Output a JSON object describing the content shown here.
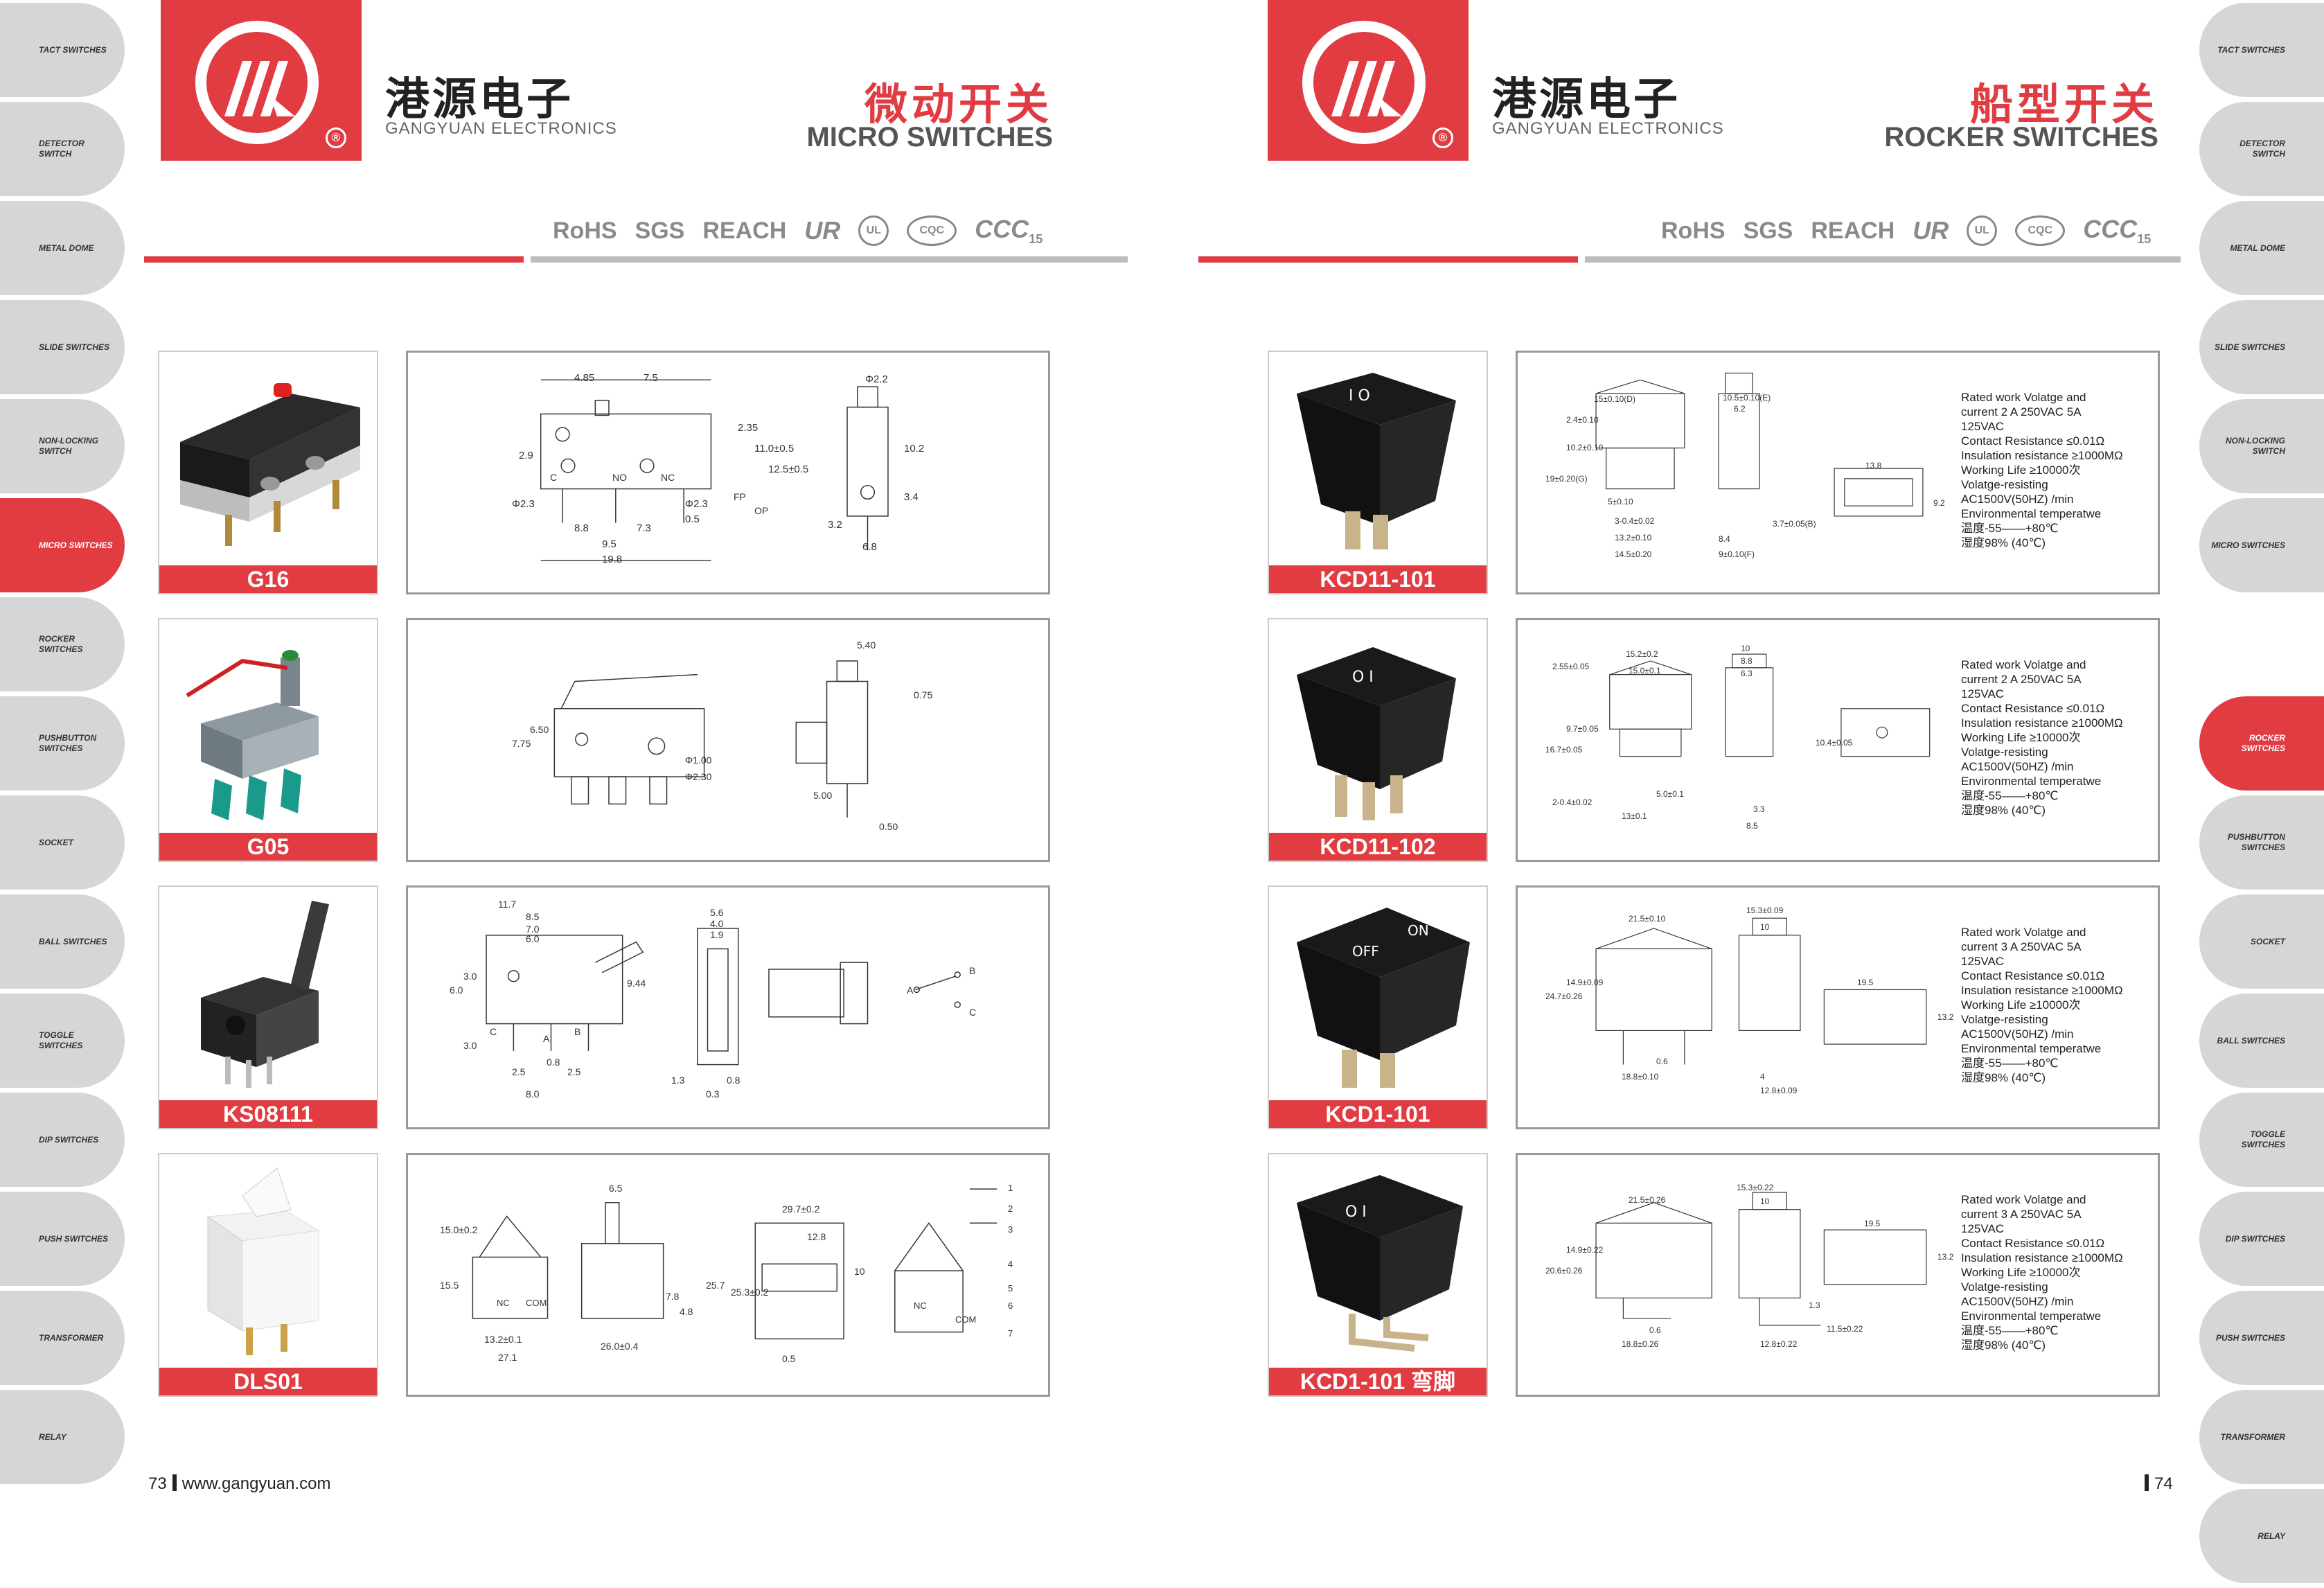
{
  "tabs": [
    "TACT SWITCHES",
    "DETECTOR SWITCH",
    "METAL DOME",
    "SLIDE SWITCHES",
    "NON-LOCKING SWITCH",
    "MICRO SWITCHES",
    "ROCKER SWITCHES",
    "PUSHBUTTON SWITCHES",
    "SOCKET",
    "BALL SWITCHES",
    "TOGGLE SWITCHES",
    "DIP SWITCHES",
    "PUSH SWITCHES",
    "TRANSFORMER",
    "RELAY"
  ],
  "left_active_tab": "MICRO SWITCHES",
  "right_active_tab": "ROCKER SWITCHES",
  "brand": {
    "cn": "港源电子",
    "en": "GANGYUAN ELECTRONICS"
  },
  "left": {
    "section_cn": "微动开关",
    "section_en": "MICRO SWITCHES",
    "page_number": "73",
    "website": "www.gangyuan.com",
    "products": [
      "G16",
      "G05",
      "KS08111",
      "DLS01"
    ]
  },
  "right": {
    "section_cn": "船型开关",
    "section_en": "ROCKER SWITCHES",
    "page_number": "74",
    "products": [
      "KCD11-101",
      "KCD11-102",
      "KCD1-101",
      "KCD1-101 弯脚"
    ],
    "specs": [
      [
        "Rated work Volatge and",
        "current  2 A 250VAC 5A",
        "125VAC",
        "Contact Resistance ≤0.01Ω",
        "Insulation resistance ≥1000MΩ",
        "Working Life ≥10000次",
        "Volatge-resisting",
        "AC1500V(50HZ)  /min",
        "Environmental temperatwe",
        "温度-55——+80℃",
        "湿度98% (40℃)"
      ],
      [
        "Rated work Volatge and",
        "current  2 A 250VAC 5A",
        "125VAC",
        "Contact Resistance ≤0.01Ω",
        "Insulation resistance ≥1000MΩ",
        "Working Life ≥10000次",
        "Volatge-resisting",
        "AC1500V(50HZ)  /min",
        "Environmental temperatwe",
        "温度-55——+80℃",
        "湿度98% (40℃)"
      ],
      [
        "Rated work Volatge and",
        "current  3 A 250VAC 5A",
        "125VAC",
        "Contact Resistance ≤0.01Ω",
        "Insulation resistance ≥1000MΩ",
        "Working Life ≥10000次",
        "Volatge-resisting",
        "AC1500V(50HZ)  /min",
        "Environmental temperatwe",
        "温度-55——+80℃",
        "湿度98% (40℃)"
      ],
      [
        "Rated work Volatge and",
        "current  3 A 250VAC 5A",
        "125VAC",
        "Contact Resistance ≤0.01Ω",
        "Insulation resistance ≥1000MΩ",
        "Working Life ≥10000次",
        "Volatge-resisting",
        "AC1500V(50HZ)  /min",
        "Environmental temperatwe",
        "温度-55——+80℃",
        "湿度98% (40℃)"
      ]
    ]
  },
  "certifications": [
    "RoHS",
    "SGS",
    "REACH",
    "UR",
    "UL",
    "CQC",
    "CCC",
    "15"
  ],
  "dimensions": {
    "g16": [
      "4.85",
      "7.5",
      "Φ2.2",
      "2.9",
      "2.35",
      "11.0±0.5",
      "12.5±0.5",
      "10.2",
      "3.4",
      "Φ2.3",
      "Φ2.3",
      "8.8",
      "7.3",
      "9.5",
      "19.8",
      "0.5",
      "3.2",
      "6.8",
      "C",
      "NO",
      "NC",
      "FP",
      "OP"
    ],
    "g05": [
      "5.40",
      "0.75",
      "7.75",
      "6.50",
      "5.00",
      "0.50",
      "Φ1.00",
      "Φ2.30"
    ],
    "ks08111": [
      "11.7",
      "8.5",
      "7.0",
      "6.0",
      "6.0",
      "3.0",
      "9.44",
      "5.6",
      "4.0",
      "1.9",
      "3.0",
      "2.5",
      "0.8",
      "8.0",
      "2.5",
      "1.3",
      "0.3",
      "0.8",
      "C",
      "A",
      "B",
      "A",
      "B",
      "C"
    ],
    "dls01": [
      "6.5",
      "15.0±0.2",
      "15.5",
      "13.2±0.1",
      "27.1",
      "26.0±0.4",
      "7.8",
      "4.8",
      "25.7",
      "29.7±0.2",
      "12.8",
      "25.3±0.2",
      "10",
      "0.5",
      "NC",
      "COM",
      "NC",
      "COM",
      "1",
      "2",
      "3",
      "4",
      "5",
      "6",
      "7"
    ],
    "kcd11_101": [
      "15±0.10(D)",
      "10.5±0.10(E)",
      "6.2",
      "13.8",
      "2.4±0.10",
      "10.2±0.10",
      "19±0.20(G)",
      "5±0.10",
      "3-0.4±0.02",
      "13.2±0.10",
      "14.5±0.20",
      "8.4",
      "9±0.10(F)",
      "3.7±0.05(B)",
      "9.2"
    ],
    "kcd11_102": [
      "15.2±0.2",
      "15.0±0.1",
      "10",
      "8.8",
      "6.3",
      "2.55±0.05",
      "9.7±0.05",
      "16.7±0.05",
      "5.0±0.1",
      "2-0.4±0.02",
      "13±0.1",
      "10.4±0.05",
      "3.3",
      "8.5"
    ],
    "kcd1_101": [
      "21.5±0.10",
      "15.3±0.09",
      "10",
      "24.7±0.26",
      "14.9±0.09",
      "18.8±0.10",
      "0.6",
      "4",
      "12.8±0.09",
      "19.5",
      "13.2"
    ],
    "kcd1_101b": [
      "21.5±0.26",
      "15.3±0.22",
      "10",
      "20.6±0.26",
      "14.9±0.22",
      "0.6",
      "18.8±0.26",
      "12.8±0.22",
      "1.3",
      "11.5±0.22",
      "19.5",
      "13.2"
    ]
  }
}
